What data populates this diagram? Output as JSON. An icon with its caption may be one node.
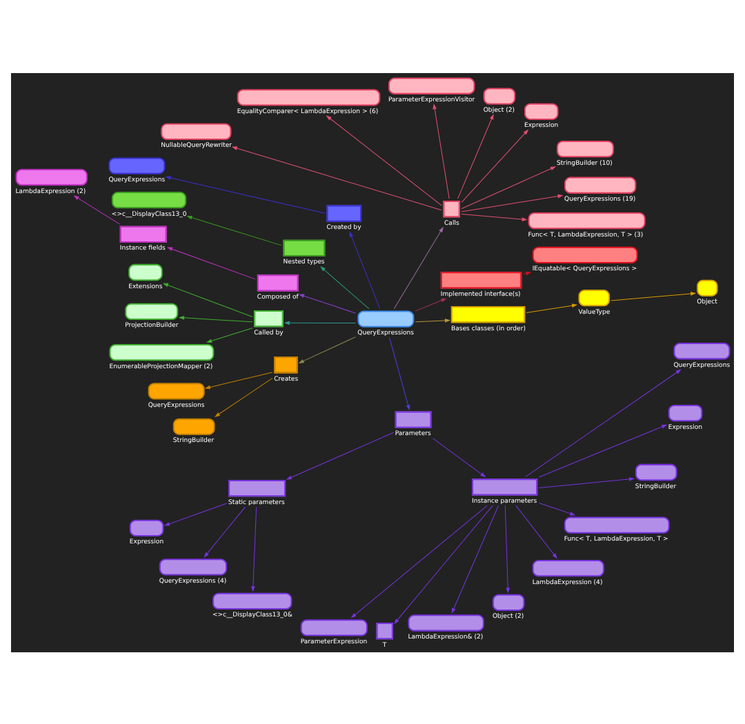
{
  "diagram": {
    "nodes": [
      {
        "text": [
          "QueryExpressions"
        ]
      },
      {
        "text": [
          "Bases classes (in order)"
        ]
      },
      {
        "text": [
          "ValueType"
        ]
      },
      {
        "text": [
          "Object"
        ]
      },
      {
        "text": [
          "Implemented interface(s)"
        ]
      },
      {
        "text": [
          "IEquatable< QueryExpressions >"
        ]
      },
      {
        "text": [
          "Calls"
        ]
      },
      {
        "text": [
          "Func< T, LambdaExpression, T > (3)"
        ]
      },
      {
        "text": [
          "QueryExpressions (19)"
        ]
      },
      {
        "text": [
          "StringBuilder (10)"
        ]
      },
      {
        "text": [
          "Expression"
        ]
      },
      {
        "text": [
          "Object (2)"
        ]
      },
      {
        "text": [
          "ParameterExpressionVisitor"
        ]
      },
      {
        "text": [
          "EqualityComparer< LambdaExpression > (6)"
        ]
      },
      {
        "text": [
          "NullableQueryRewriter"
        ]
      },
      {
        "text": [
          "Created by"
        ]
      },
      {
        "text": [
          "QueryExpressions"
        ]
      },
      {
        "text": [
          "Nested types"
        ]
      },
      {
        "text": [
          "<>c__DisplayClass13_0"
        ]
      },
      {
        "text": [
          "Composed of"
        ]
      },
      {
        "text": [
          "Instance fields"
        ]
      },
      {
        "text": [
          "LambdaExpression (2)"
        ]
      },
      {
        "text": [
          "Called by"
        ]
      },
      {
        "text": [
          "Extensions"
        ]
      },
      {
        "text": [
          "ProjectionBuilder"
        ]
      },
      {
        "text": [
          "EnumerableProjectionMapper (2)"
        ]
      },
      {
        "text": [
          "Creates"
        ]
      },
      {
        "text": [
          "QueryExpressions"
        ]
      },
      {
        "text": [
          "StringBuilder"
        ]
      },
      {
        "text": [
          "Parameters"
        ]
      },
      {
        "text": [
          "Static parameters"
        ]
      },
      {
        "text": [
          "Expression"
        ]
      },
      {
        "text": [
          "QueryExpressions (4)"
        ]
      },
      {
        "text": [
          "<>c__DisplayClass13_0&"
        ]
      },
      {
        "text": [
          "Instance parameters"
        ]
      },
      {
        "text": [
          "ParameterExpression"
        ]
      },
      {
        "text": [
          "T"
        ]
      },
      {
        "text": [
          "LambdaExpression& (2)"
        ]
      },
      {
        "text": [
          "Object (2)"
        ]
      },
      {
        "text": [
          "LambdaExpression (4)"
        ]
      },
      {
        "text": [
          "Func< T, LambdaExpression, T >"
        ]
      },
      {
        "text": [
          "StringBuilder"
        ]
      },
      {
        "text": [
          "Expression"
        ]
      },
      {
        "text": [
          "QueryExpressions"
        ]
      }
    ],
    "edges": [
      {
        "from": 0,
        "to": 1,
        "arrow": "to",
        "color": "#b8963c"
      },
      {
        "from": 1,
        "to": 2,
        "arrow": "to",
        "color": "#d99a00"
      },
      {
        "from": 2,
        "to": 3,
        "arrow": "to",
        "color": "#d99a00"
      },
      {
        "from": 0,
        "to": 4,
        "arrow": "to",
        "color": "#a0305a"
      },
      {
        "from": 4,
        "to": 5,
        "arrow": "to",
        "color": "#d01020"
      },
      {
        "from": 0,
        "to": 6,
        "arrow": "to",
        "color": "#9a6aa0"
      },
      {
        "from": 6,
        "to": 7,
        "arrow": "to",
        "color": "#e05070"
      },
      {
        "from": 6,
        "to": 8,
        "arrow": "to",
        "color": "#e05070"
      },
      {
        "from": 6,
        "to": 9,
        "arrow": "to",
        "color": "#e05070"
      },
      {
        "from": 6,
        "to": 10,
        "arrow": "to",
        "color": "#e05070"
      },
      {
        "from": 6,
        "to": 11,
        "arrow": "to",
        "color": "#e05070"
      },
      {
        "from": 6,
        "to": 12,
        "arrow": "to",
        "color": "#e05070"
      },
      {
        "from": 6,
        "to": 13,
        "arrow": "to",
        "color": "#e05070"
      },
      {
        "from": 6,
        "to": 14,
        "arrow": "to",
        "color": "#e05070"
      },
      {
        "from": 0,
        "to": 15,
        "arrow": "to",
        "color": "#3a30d0"
      },
      {
        "from": 15,
        "to": 16,
        "arrow": "to",
        "color": "#3a30d0"
      },
      {
        "from": 0,
        "to": 17,
        "arrow": "to",
        "color": "#2a9a70"
      },
      {
        "from": 17,
        "to": 18,
        "arrow": "to",
        "color": "#3a9a20"
      },
      {
        "from": 0,
        "to": 19,
        "arrow": "to",
        "color": "#8a40d0"
      },
      {
        "from": 19,
        "to": 20,
        "arrow": "to",
        "color": "#c030c0"
      },
      {
        "from": 20,
        "to": 21,
        "arrow": "to",
        "color": "#c030c0"
      },
      {
        "from": 0,
        "to": 22,
        "arrow": "to",
        "color": "#2a9a90"
      },
      {
        "from": 22,
        "to": 23,
        "arrow": "to",
        "color": "#40b030"
      },
      {
        "from": 22,
        "to": 24,
        "arrow": "to",
        "color": "#40b030"
      },
      {
        "from": 22,
        "to": 25,
        "arrow": "to",
        "color": "#40b030"
      },
      {
        "from": 0,
        "to": 26,
        "arrow": "to",
        "color": "#8a8a50"
      },
      {
        "from": 26,
        "to": 27,
        "arrow": "to",
        "color": "#c08000"
      },
      {
        "from": 26,
        "to": 28,
        "arrow": "to",
        "color": "#c08000"
      },
      {
        "from": 0,
        "to": 29,
        "arrow": "to",
        "color": "#4a40e0"
      },
      {
        "from": 29,
        "to": 30,
        "arrow": "to"
      },
      {
        "from": 30,
        "to": 31,
        "arrow": "to"
      },
      {
        "from": 30,
        "to": 32,
        "arrow": "to"
      },
      {
        "from": 30,
        "to": 33,
        "arrow": "to"
      },
      {
        "from": 29,
        "to": 34,
        "arrow": "to"
      },
      {
        "from": 34,
        "to": 35,
        "arrow": "to"
      },
      {
        "from": 34,
        "to": 36,
        "arrow": "to"
      },
      {
        "from": 34,
        "to": 37,
        "arrow": "to"
      },
      {
        "from": 34,
        "to": 38,
        "arrow": "to"
      },
      {
        "from": 34,
        "to": 39,
        "arrow": "to"
      },
      {
        "from": 34,
        "to": 40,
        "arrow": "to"
      },
      {
        "from": 34,
        "to": 41,
        "arrow": "to"
      },
      {
        "from": 34,
        "to": 42,
        "arrow": "to"
      },
      {
        "from": 34,
        "to": 43,
        "arrow": "to"
      }
    ]
  }
}
